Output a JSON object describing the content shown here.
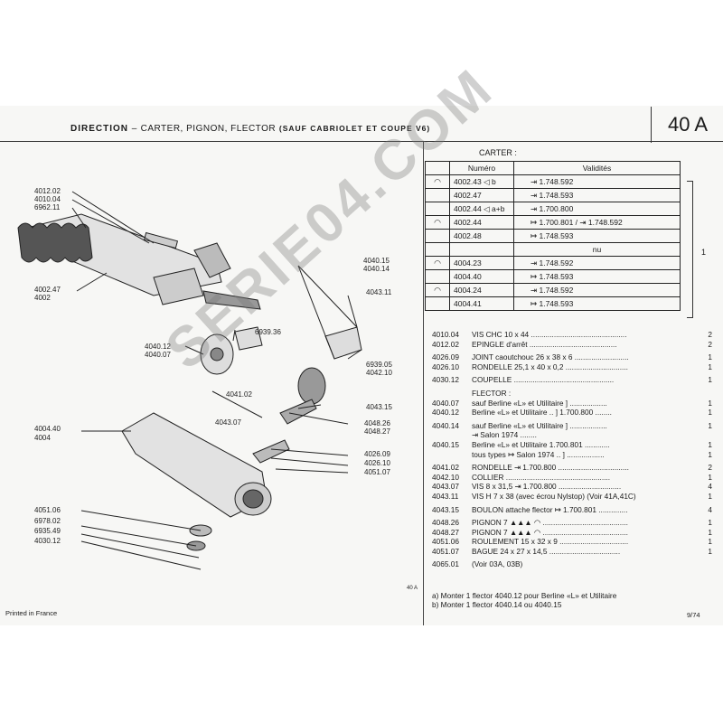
{
  "header": {
    "title_main": "DIRECTION",
    "title_sep": "–",
    "title_sub": "CARTER, PIGNON, FLECTOR",
    "title_paren": "(SAUF CABRIOLET ET COUPE V6)",
    "page_code": "40 A"
  },
  "carter": {
    "title": "CARTER :",
    "col_numero": "Numéro",
    "col_validites": "Validités",
    "rows": [
      {
        "num": "4002.43",
        "mark": "b",
        "val": "⇥ 1.748.592"
      },
      {
        "num": "4002.47",
        "mark": "",
        "val": "⇥ 1.748.593"
      },
      {
        "num": "4002.44",
        "mark": "a+b",
        "val": "⇥ 1.700.800"
      },
      {
        "num": "4002.44",
        "mark": "",
        "val": "↦ 1.700.801 / ⇥ 1.748.592"
      },
      {
        "num": "4002.48",
        "mark": "",
        "val": "↦ 1.748.593"
      },
      {
        "num": "",
        "mark": "",
        "val": "nu"
      },
      {
        "num": "4004.23",
        "mark": "",
        "val": "⇥ 1.748.592"
      },
      {
        "num": "4004.40",
        "mark": "",
        "val": "↦ 1.748.593"
      },
      {
        "num": "4004.24",
        "mark": "",
        "val": "⇥ 1.748.592"
      },
      {
        "num": "4004.41",
        "mark": "",
        "val": "↦ 1.748.593"
      }
    ],
    "qty": "1"
  },
  "parts": [
    {
      "ref": "4010.04",
      "desc": "VIS CHC 10 x 44 ..............................................",
      "qty": "2"
    },
    {
      "ref": "4012.02",
      "desc": "EPINGLE d'arrêt ..........................................",
      "qty": "2"
    },
    {
      "ref": "4026.09",
      "desc": "JOINT caoutchouc 26 x 38 x 6 ..........................",
      "qty": "1"
    },
    {
      "ref": "4026.10",
      "desc": "RONDELLE 25,1 x 40 x 0,2 ..............................",
      "qty": "1"
    },
    {
      "ref": "4030.12",
      "desc": "COUPELLE ................................................",
      "qty": "1"
    },
    {
      "ref": "",
      "desc": "FLECTOR :",
      "qty": ""
    },
    {
      "ref": "4040.07",
      "desc": "sauf Berline «L» et Utilitaire ] ..................",
      "qty": "1"
    },
    {
      "ref": "4040.12",
      "desc": "Berline «L» et Utilitaire .. ] 1.700.800 ........",
      "qty": "1"
    },
    {
      "ref": "4040.14",
      "desc": "sauf Berline «L» et Utilitaire ] ..................",
      "qty": "1"
    },
    {
      "ref": "",
      "desc": "⇥ Salon 1974 ........",
      "qty": ""
    },
    {
      "ref": "4040.15",
      "desc": "Berline «L» et Utilitaire  1.700.801 ............",
      "qty": "1"
    },
    {
      "ref": "",
      "desc": "tous types ↦ Salon 1974 .. ] ..................",
      "qty": "1"
    },
    {
      "ref": "4041.02",
      "desc": "RONDELLE ⇥ 1.700.800 ..................................",
      "qty": "2"
    },
    {
      "ref": "4042.10",
      "desc": "COLLIER ..................................................",
      "qty": "1"
    },
    {
      "ref": "4043.07",
      "desc": "VIS 8 x 31,5 ⇥ 1.700.800 ..............................",
      "qty": "4"
    },
    {
      "ref": "4043.11",
      "desc": "VIS H 7 x 38 (avec écrou Nylstop) (Voir 41A,41C)",
      "qty": "1"
    },
    {
      "ref": "4043.15",
      "desc": "BOULON attache flector ↦ 1.700.801 ..............",
      "qty": "4"
    },
    {
      "ref": "4048.26",
      "desc": "PIGNON 7 ▲▲▲ ◠ .........................................",
      "qty": "1"
    },
    {
      "ref": "4048.27",
      "desc": "PIGNON 7 ▲▲▲ ◠ .........................................",
      "qty": "1"
    },
    {
      "ref": "4051.06",
      "desc": "ROULEMENT 15 x 32 x 9 .................................",
      "qty": "1"
    },
    {
      "ref": "4051.07",
      "desc": "BAGUE 24 x 27 x 14,5 ..................................",
      "qty": "1"
    },
    {
      "ref": "4065.01",
      "desc": "(Voir 03A, 03B)",
      "qty": ""
    }
  ],
  "notes": {
    "a": "a) Monter 1 flector 4040.12 pour Berline «L» et Utilitaire",
    "b": "b) Monter 1 flector 4040.14 ou 4040.15"
  },
  "diagram_labels": {
    "l1": "4012.02",
    "l2": "4010.04",
    "l3": "6962.11",
    "l4": "4002.47",
    "l5": "4002",
    "l6": "6939.36",
    "l7": "4040.12",
    "l8": "4040.07",
    "l9": "4041.02",
    "l10": "4043.07",
    "l11": "4040.15",
    "l12": "4040.14",
    "l13": "4043.11",
    "l14": "6939.05",
    "l15": "4042.10",
    "l16": "4043.15",
    "l17": "4048.26",
    "l18": "4048.27",
    "l19": "4026.09",
    "l20": "4026.10",
    "l21": "4051.07",
    "l22": "4004.40",
    "l23": "4004",
    "l24": "4051.06",
    "l25": "6978.02",
    "l26": "6935.49",
    "l27": "4030.12",
    "fig_tag": "40 A"
  },
  "footer": {
    "left": "Printed in France",
    "right": "9/74"
  },
  "watermark": "SERIE04.COM"
}
